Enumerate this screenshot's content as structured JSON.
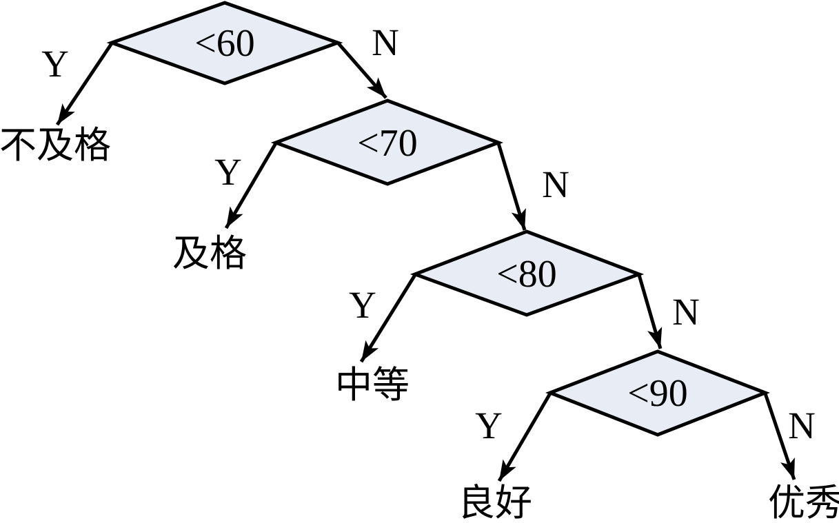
{
  "diagram": {
    "type": "decision-tree-flowchart",
    "description_topic": "score grading flow",
    "colors": {
      "background": "#ffffff",
      "diamond_fill": "#e8ecf4",
      "diamond_stroke": "#000000",
      "arrow_color": "#000000",
      "text_color": "#000000"
    },
    "branch_labels": {
      "yes": "Y",
      "no": "N"
    },
    "decisions": [
      {
        "id": "lt60",
        "label": "<60"
      },
      {
        "id": "lt70",
        "label": "<70"
      },
      {
        "id": "lt80",
        "label": "<80"
      },
      {
        "id": "lt90",
        "label": "<90"
      }
    ],
    "outcomes": [
      {
        "id": "fail",
        "label": "不及格"
      },
      {
        "id": "pass",
        "label": "及格"
      },
      {
        "id": "medium",
        "label": "中等"
      },
      {
        "id": "good",
        "label": "良好"
      },
      {
        "id": "excellent",
        "label": "优秀"
      }
    ],
    "edges": [
      {
        "from": "<60",
        "branch": "Y",
        "to": "不及格"
      },
      {
        "from": "<60",
        "branch": "N",
        "to": "<70"
      },
      {
        "from": "<70",
        "branch": "Y",
        "to": "及格"
      },
      {
        "from": "<70",
        "branch": "N",
        "to": "<80"
      },
      {
        "from": "<80",
        "branch": "Y",
        "to": "中等"
      },
      {
        "from": "<80",
        "branch": "N",
        "to": "<90"
      },
      {
        "from": "<90",
        "branch": "Y",
        "to": "良好"
      },
      {
        "from": "<90",
        "branch": "N",
        "to": "优秀"
      }
    ]
  }
}
